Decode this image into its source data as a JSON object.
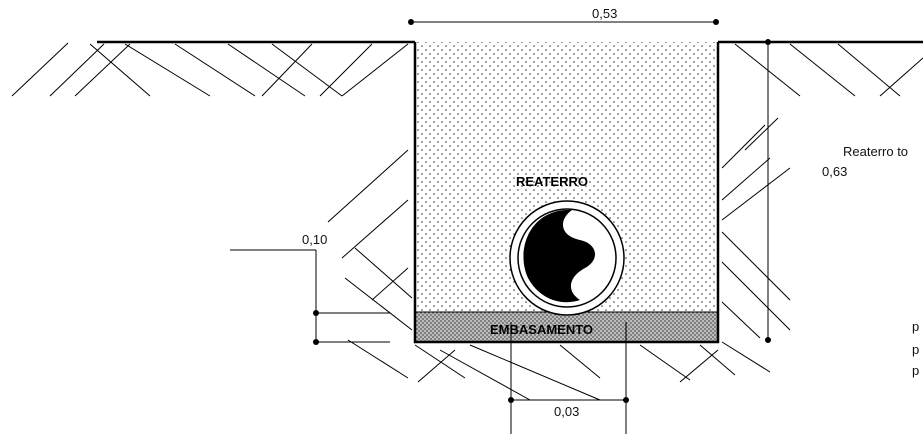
{
  "dimensions": {
    "top_width": "0,53",
    "depth": "0,63",
    "embasamento_thickness": "0,10",
    "pipe_clearance": "0,03"
  },
  "labels": {
    "reaterro": "REATERRO",
    "embasamento": "EMBASAMENTO",
    "note_right": "Reaterro to",
    "note_fragment_1": "p",
    "note_fragment_2": "p",
    "note_fragment_3": "p"
  },
  "colors": {
    "line": "#000000",
    "background": "#ffffff",
    "fill_dots": "#333333",
    "embasamento_fill": "#8c8c8c"
  }
}
